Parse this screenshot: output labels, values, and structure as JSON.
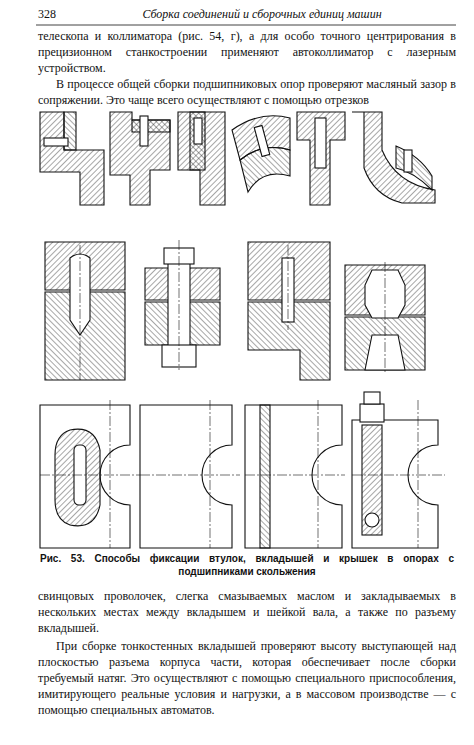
{
  "diagram": {
    "title": "Сборка соединений и сборочных единиц машин",
    "caption": "Рис. 53. Способы фиксации втулок, вкладышей и крышек в опорах с подшипниками скольжения",
    "labels": [
      "328",
      "телескопа и коллиматора (рис. 54, г), а для особо точного центрирования в прецизионном станкостроении применяют автоколлиматор с лазерным устройством.",
      "В процессе общей сборки подшипниковых опор проверяют масляный зазор в сопряжении. Это чаще всего осуществляют с помощью отрезков",
      "свинцовых проволочек, слегка смазываемых маслом и закладываемых в нескольких местах между вкладышем и шейкой вала, а также по разъему вкладышей.",
      "При сборке тонкостенных вкладышей проверяют высоту выступающей над плоскостью разъема корпуса части, которая обеспечивает после сборки требуемый натяг. Это осуществляют с помощью специального приспособления, имитирующего реальные условия и нагрузки, а в массовом производстве — с помощью специальных автоматов."
    ]
  }
}
